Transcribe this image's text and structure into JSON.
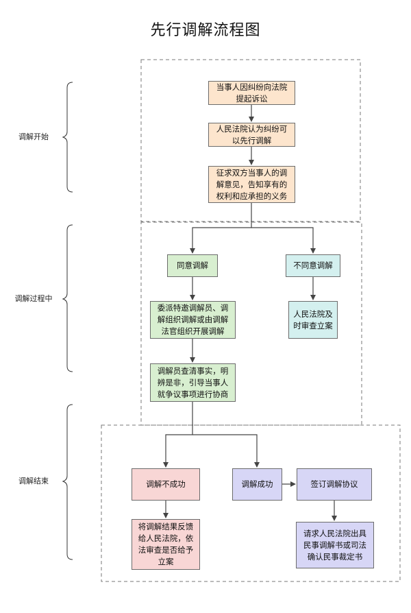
{
  "title": "先行调解流程图",
  "stages": {
    "start": "调解开始",
    "process": "调解过程中",
    "end": "调解结束"
  },
  "nodes": {
    "file_suit": "当事人因纠纷向法院提起诉讼",
    "court_recommends": "人民法院认为纠纷可以先行调解",
    "solicit_opinion": "征求双方当事人的调解意见，告知享有的权利和应承担的义务",
    "agree": "同意调解",
    "disagree": "不同意调解",
    "court_file_case": "人民法院及时审查立案",
    "entrust": "委派特邀调解员、调解组织调解或由调解法官组织开展调解",
    "mediator_facts": "调解员查清事实，明辨是非，引导当事人就争议事项进行协商",
    "fail": "调解不成功",
    "success": "调解成功",
    "sign_agreement": "签订调解协议",
    "report_result": "将调解结果反馈给人民法院，依法审查是否给予立案",
    "issue_documents": "请求人民法院出具民事调解书或司法确认民事裁定书"
  },
  "colors": {
    "orange": "#fde5cd",
    "green": "#d8efd0",
    "cyan": "#d4f0ef",
    "pink": "#f8d6d5",
    "purple": "#d7d6f6",
    "line": "#444444"
  }
}
